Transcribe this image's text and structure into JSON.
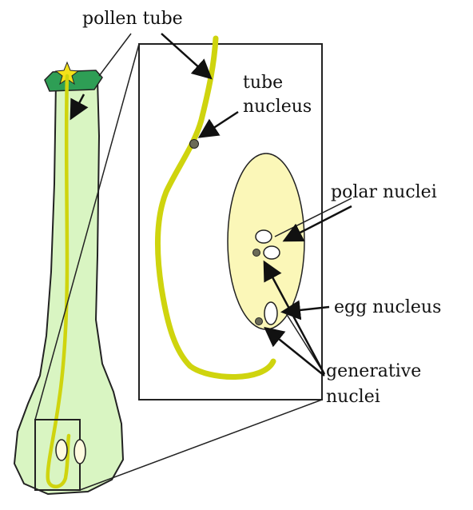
{
  "labels": {
    "pollen_tube": "pollen tube",
    "tube_nucleus_1": "tube",
    "tube_nucleus_2": "nucleus",
    "polar_nuclei": "polar nuclei",
    "egg_nucleus": "egg nucleus",
    "generative_nuclei_1": "generative",
    "generative_nuclei_2": "nuclei"
  },
  "colors": {
    "pistil_fill": "#d9f5c2",
    "stigma": "#2e9e55",
    "pollen_grain": "#f4e21a",
    "pollen_tube": "#cfd40e",
    "embryo_sac": "#fbf7b8",
    "nucleus": "#6b6b58",
    "outline": "#222222"
  }
}
